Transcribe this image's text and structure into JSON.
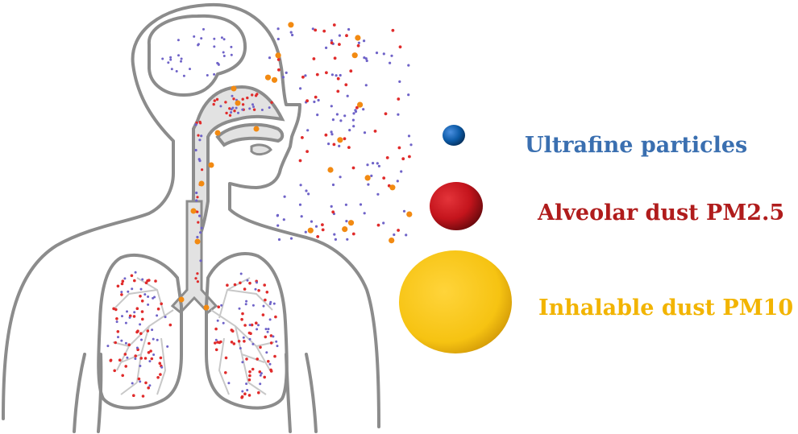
{
  "legend": [
    {
      "label": "Ultrafine particles",
      "color": "#3a6fb0",
      "sphere_color": "#0c5aa6",
      "particle_class": "ultrafine"
    },
    {
      "label": "Alveolar dust PM2.5",
      "color": "#b01c1c",
      "sphere_color": "#c4141c",
      "particle_class": "pm25"
    },
    {
      "label": "Inhalable dust PM10",
      "color": "#f2b400",
      "sphere_color": "#f6c312",
      "particle_class": "pm10"
    }
  ],
  "colors": {
    "outline": "#8c8c8c",
    "airway_fill": "#e2e2e2",
    "bronchi": "#c8c8c8",
    "ultrafine_dot": "#6f63c8",
    "pm25_dot": "#e02b2b",
    "pm10_dot": "#f28a12"
  }
}
